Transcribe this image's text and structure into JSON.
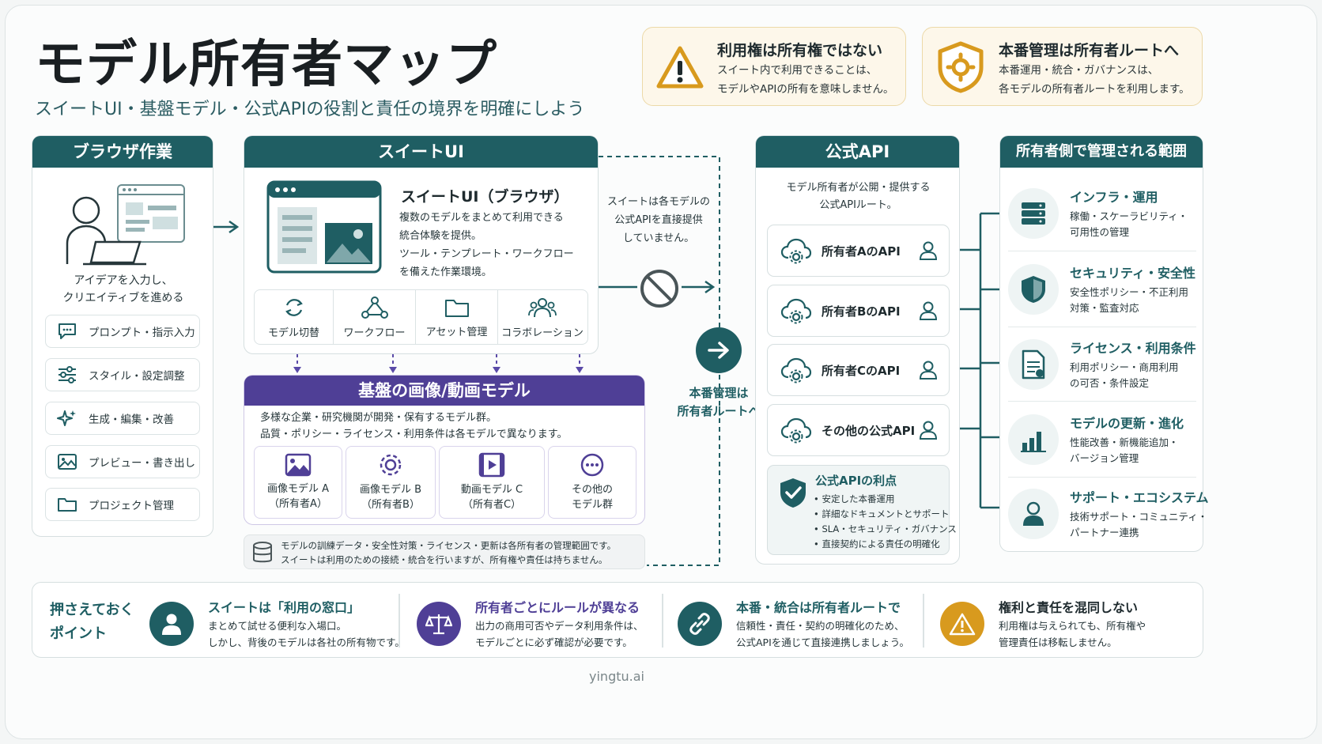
{
  "header": {
    "title": "モデル所有者マップ",
    "subtitle": "スイートUI・基盤モデル・公式APIの役割と責任の境界を明確にしよう"
  },
  "notices": [
    {
      "title": "利用権は所有権ではない",
      "lines": [
        "スイート内で利用できることは、",
        "モデルやAPIの所有を意味しません。"
      ],
      "icon": "warning-icon"
    },
    {
      "title": "本番管理は所有者ルートへ",
      "lines": [
        "本番運用・統合・ガバナンスは、",
        "各モデルの所有者ルートを利用します。"
      ],
      "icon": "shield-gear-icon"
    }
  ],
  "browser": {
    "header": "ブラウザ作業",
    "caption": [
      "アイデアを入力し、",
      "クリエイティブを進める"
    ],
    "items": [
      {
        "label": "プロンプト・指示入力",
        "icon": "chat-icon"
      },
      {
        "label": "スタイル・設定調整",
        "icon": "sliders-icon"
      },
      {
        "label": "生成・編集・改善",
        "icon": "sparkle-icon"
      },
      {
        "label": "プレビュー・書き出し",
        "icon": "image-icon"
      },
      {
        "label": "プロジェクト管理",
        "icon": "folder-icon"
      }
    ]
  },
  "suite": {
    "header": "スイートUI",
    "title": "スイートUI（ブラウザ）",
    "lines": [
      "複数のモデルをまとめて利用できる",
      "統合体験を提供。",
      "ツール・テンプレート・ワークフロー",
      "を備えた作業環境。"
    ],
    "tools": [
      {
        "label": "モデル切替",
        "icon": "switch-icon"
      },
      {
        "label": "ワークフロー",
        "icon": "workflow-icon"
      },
      {
        "label": "アセット管理",
        "icon": "folder-icon"
      },
      {
        "label": "コラボレーション",
        "icon": "users-icon"
      }
    ],
    "note": [
      "スイートは各モデルの",
      "公式APIを直接提供",
      "していません。"
    ]
  },
  "models": {
    "header": "基盤の画像/動画モデル",
    "lines": [
      "多様な企業・研究機関が開発・保有するモデル群。",
      "品質・ポリシー・ライセンス・利用条件は各モデルで異なります。"
    ],
    "cards": [
      {
        "line1": "画像モデル A",
        "line2": "（所有者A）",
        "icon": "image-icon"
      },
      {
        "line1": "画像モデル B",
        "line2": "（所有者B）",
        "icon": "gear-icon"
      },
      {
        "line1": "動画モデル C",
        "line2": "（所有者C）",
        "icon": "video-icon"
      },
      {
        "line1": "その他の",
        "line2": "モデル群",
        "icon": "more-icon"
      }
    ],
    "footnote": [
      "モデルの訓練データ・安全性対策・ライセンス・更新は各所有者の管理範囲です。",
      "スイートは利用のための接続・統合を行いますが、所有権や責任は持ちません。"
    ]
  },
  "route": {
    "label": [
      "本番管理は",
      "所有者ルートへ"
    ]
  },
  "api": {
    "header": "公式API",
    "intro": [
      "モデル所有者が公開・提供する",
      "公式APIルート。"
    ],
    "cards": [
      "所有者AのAPI",
      "所有者BのAPI",
      "所有者CのAPI",
      "その他の公式API"
    ],
    "benefits_title": "公式APIの利点",
    "benefits": [
      "安定した本番運用",
      "詳細なドキュメントとサポート",
      "SLA・セキュリティ・ガバナンス",
      "直接契約による責任の明確化"
    ]
  },
  "owner_scope": {
    "header": "所有者側で管理される範囲",
    "items": [
      {
        "title": "インフラ・運用",
        "lines": [
          "稼働・スケーラビリティ・",
          "可用性の管理"
        ],
        "icon": "server-icon"
      },
      {
        "title": "セキュリティ・安全性",
        "lines": [
          "安全性ポリシー・不正利用",
          "対策・監査対応"
        ],
        "icon": "shield-icon"
      },
      {
        "title": "ライセンス・利用条件",
        "lines": [
          "利用ポリシー・商用利用",
          "の可否・条件設定"
        ],
        "icon": "document-icon"
      },
      {
        "title": "モデルの更新・進化",
        "lines": [
          "性能改善・新機能追加・",
          "バージョン管理"
        ],
        "icon": "bar-chart-icon"
      },
      {
        "title": "サポート・エコシステム",
        "lines": [
          "技術サポート・コミュニティ・",
          "パートナー連携"
        ],
        "icon": "person-icon"
      }
    ]
  },
  "points": {
    "label": [
      "押さえておく",
      "ポイント"
    ],
    "items": [
      {
        "title": "スイートは「利用の窓口」",
        "lines": [
          "まとめて試せる便利な入場口。",
          "しかし、背後のモデルは各社の所有物です。"
        ],
        "color": "#1f5e63",
        "icon": "person-icon"
      },
      {
        "title": "所有者ごとにルールが異なる",
        "lines": [
          "出力の商用可否やデータ利用条件は、",
          "モデルごとに必ず確認が必要です。"
        ],
        "color": "#4f3f96",
        "icon": "scales-icon"
      },
      {
        "title": "本番・統合は所有者ルートで",
        "lines": [
          "信頼性・責任・契約の明確化のため、",
          "公式APIを通じて直接連携しましょう。"
        ],
        "color": "#1f5e63",
        "icon": "link-icon"
      },
      {
        "title": "権利と責任を混同しない",
        "lines": [
          "利用権は与えられても、所有権や",
          "管理責任は移転しません。"
        ],
        "color": "#d89a1e",
        "icon": "warning-icon"
      }
    ]
  },
  "footer": {
    "brand": "yingtu.ai"
  }
}
